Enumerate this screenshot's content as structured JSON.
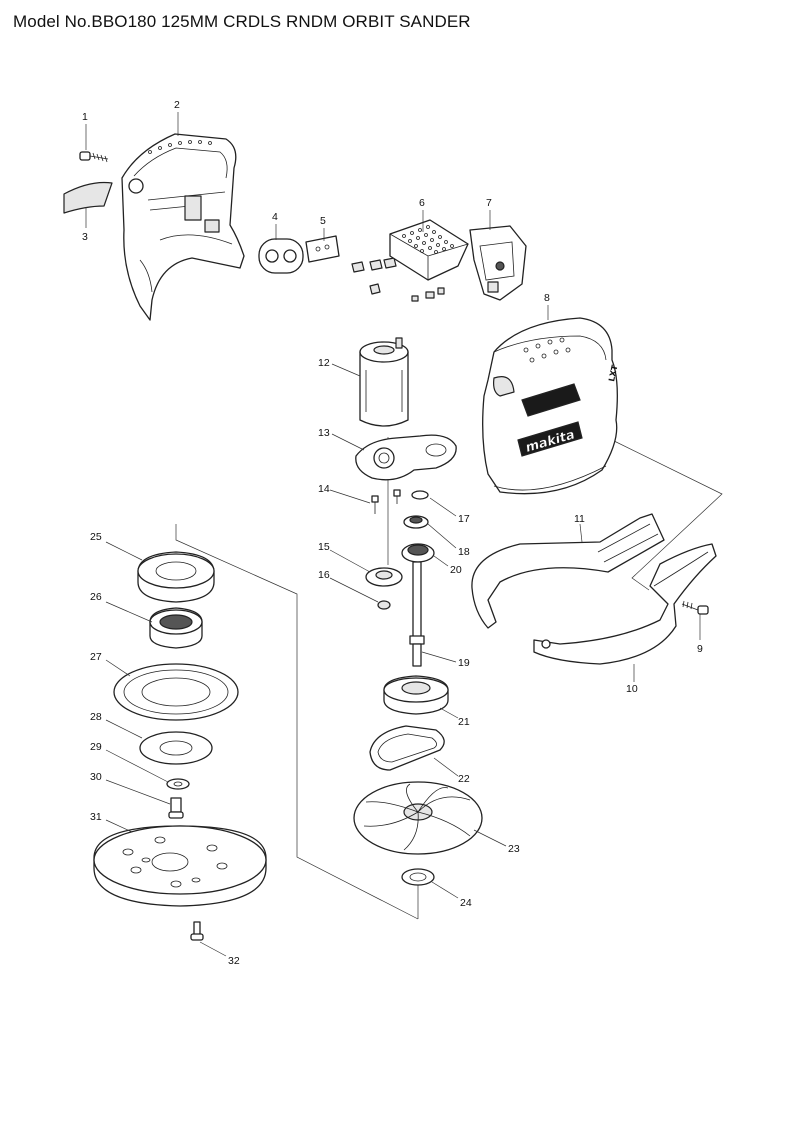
{
  "title": "Model No.BBO180 125MM CRDLS RNDM ORBIT SANDER",
  "callouts": [
    "1",
    "2",
    "3",
    "4",
    "5",
    "6",
    "7",
    "8",
    "9",
    "10",
    "11",
    "12",
    "13",
    "14",
    "15",
    "16",
    "17",
    "18",
    "19",
    "20",
    "21",
    "22",
    "23",
    "24",
    "25",
    "26",
    "27",
    "28",
    "29",
    "30",
    "31",
    "32"
  ],
  "logo_text": "makita",
  "housing_badge": "LXT"
}
